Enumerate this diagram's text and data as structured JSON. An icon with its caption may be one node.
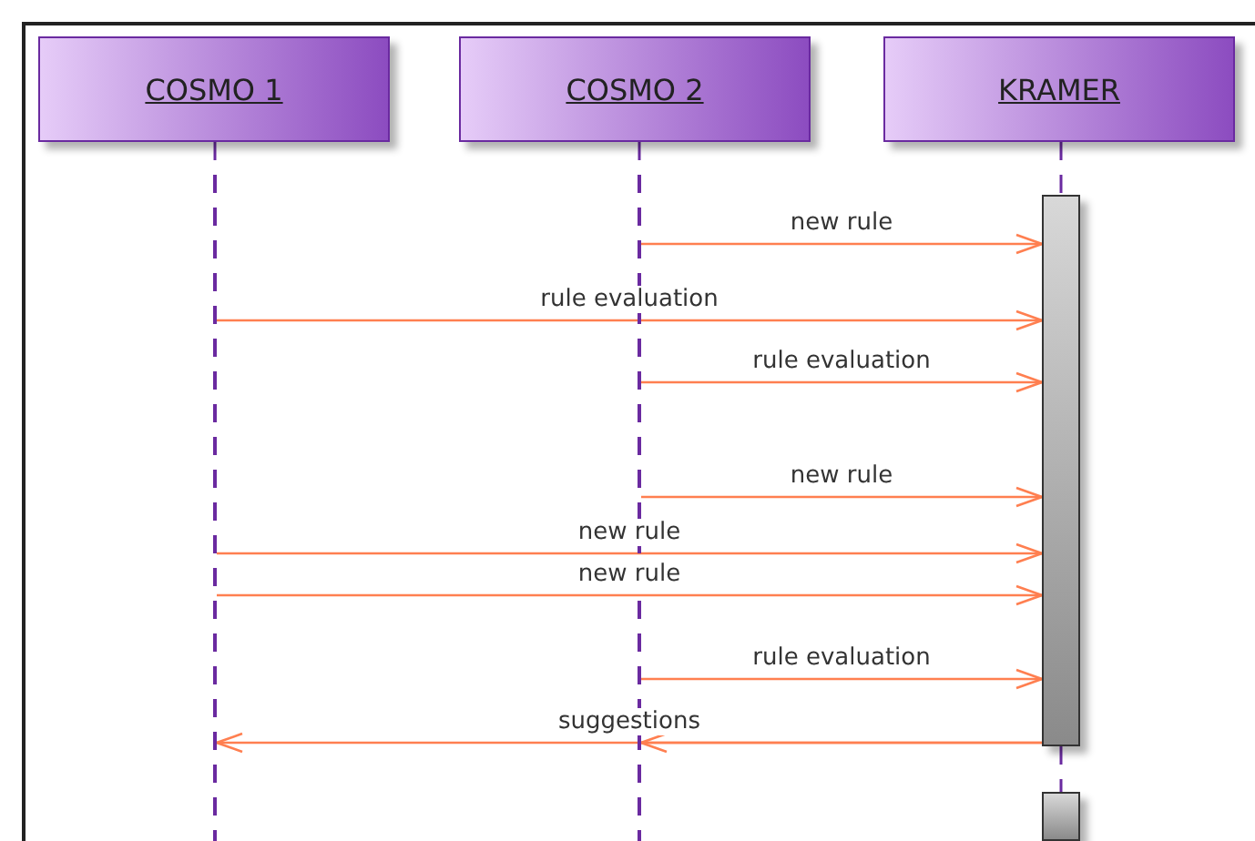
{
  "diagram": {
    "nodes": [
      {
        "text": [
          "COSMO 1"
        ]
      },
      {
        "text": [
          "COSMO 2"
        ]
      },
      {
        "text": [
          "KRAMER"
        ]
      },
      {
        "text": [],
        "shape": "line"
      },
      {
        "text": [],
        "shape": "line"
      },
      {
        "text": [],
        "shape": "bar"
      },
      {
        "text": [],
        "shape": "bar"
      }
    ],
    "edges": [
      {
        "from": 0,
        "to": 3,
        "arrow": "none",
        "style": "dashed",
        "color": "#6a2aa0"
      },
      {
        "from": 1,
        "to": 4,
        "arrow": "none",
        "style": "dashed",
        "color": "#6a2aa0"
      },
      {
        "from": 2,
        "to": 5,
        "arrow": "none",
        "style": "dashed",
        "color": "#6a2aa0"
      },
      {
        "from": 5,
        "to": 6,
        "arrow": "none",
        "style": "dashed",
        "color": "#6a2aa0"
      },
      {
        "from": 4,
        "to": 5,
        "arrow": "to",
        "label": "new rule"
      },
      {
        "from": 3,
        "to": 5,
        "arrow": "to",
        "label": "rule evaluation"
      },
      {
        "from": 4,
        "to": 5,
        "arrow": "to",
        "label": "rule evaluation"
      },
      {
        "from": 4,
        "to": 5,
        "arrow": "to",
        "label": "new rule"
      },
      {
        "from": 3,
        "to": 5,
        "arrow": "to",
        "label": "new rule"
      },
      {
        "from": 3,
        "to": 5,
        "arrow": "to",
        "label": "new rule"
      },
      {
        "from": 4,
        "to": 5,
        "arrow": "to",
        "label": "rule evaluation"
      },
      {
        "from": 5,
        "to": 3,
        "arrow": "to",
        "label": "suggestions"
      },
      {
        "from": 5,
        "to": 4,
        "arrow": "to"
      }
    ]
  }
}
